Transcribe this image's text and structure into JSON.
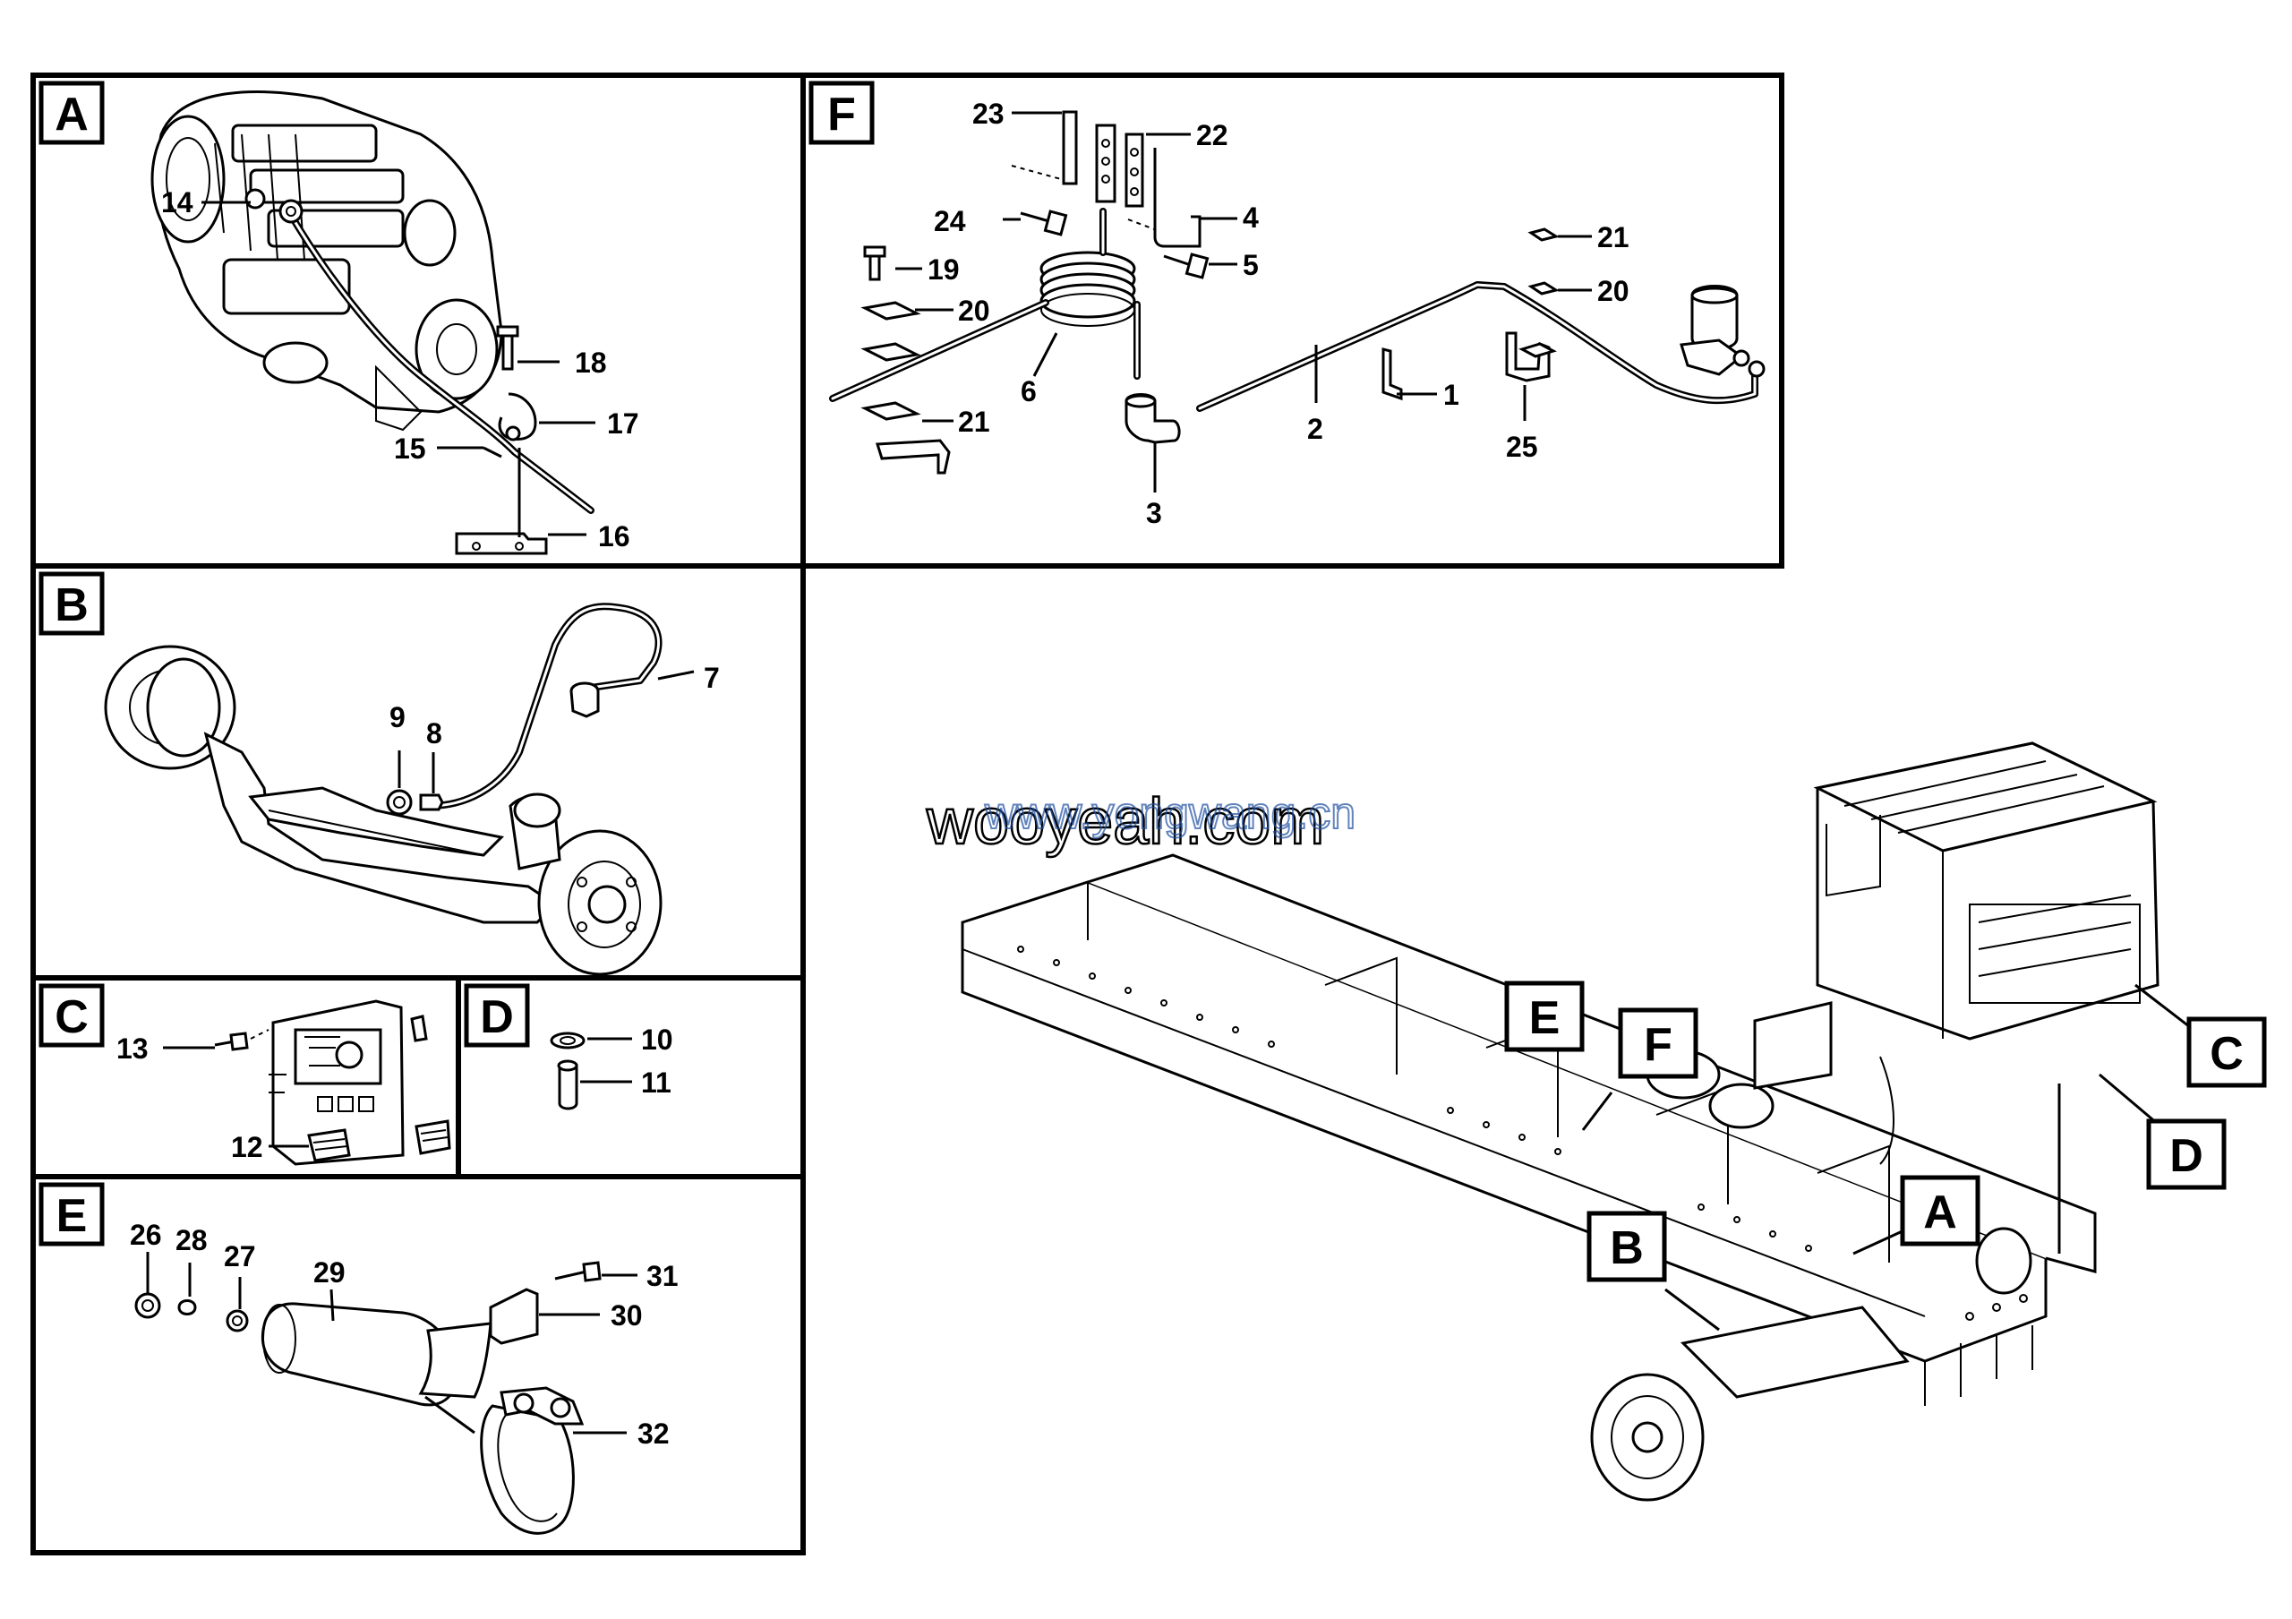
{
  "panels": {
    "A": {
      "letter": "A",
      "callouts": [
        "14",
        "18",
        "17",
        "15",
        "16"
      ]
    },
    "B": {
      "letter": "B",
      "callouts": [
        "7",
        "9",
        "8"
      ]
    },
    "C": {
      "letter": "C",
      "callouts": [
        "13",
        "12"
      ]
    },
    "D": {
      "letter": "D",
      "callouts": [
        "10",
        "11"
      ]
    },
    "E": {
      "letter": "E",
      "callouts": [
        "26",
        "28",
        "27",
        "29",
        "31",
        "30",
        "32"
      ]
    },
    "F": {
      "letter": "F",
      "callouts": [
        "23",
        "22",
        "24",
        "4",
        "19",
        "5",
        "20",
        "6",
        "21",
        "1",
        "2",
        "21",
        "20",
        "25",
        "3"
      ]
    }
  },
  "overview": {
    "letters": [
      "E",
      "F",
      "C",
      "D",
      "A",
      "B"
    ]
  },
  "watermark": {
    "text": "wooyeah.com",
    "overlay_text": "www.yongwang.cn"
  }
}
